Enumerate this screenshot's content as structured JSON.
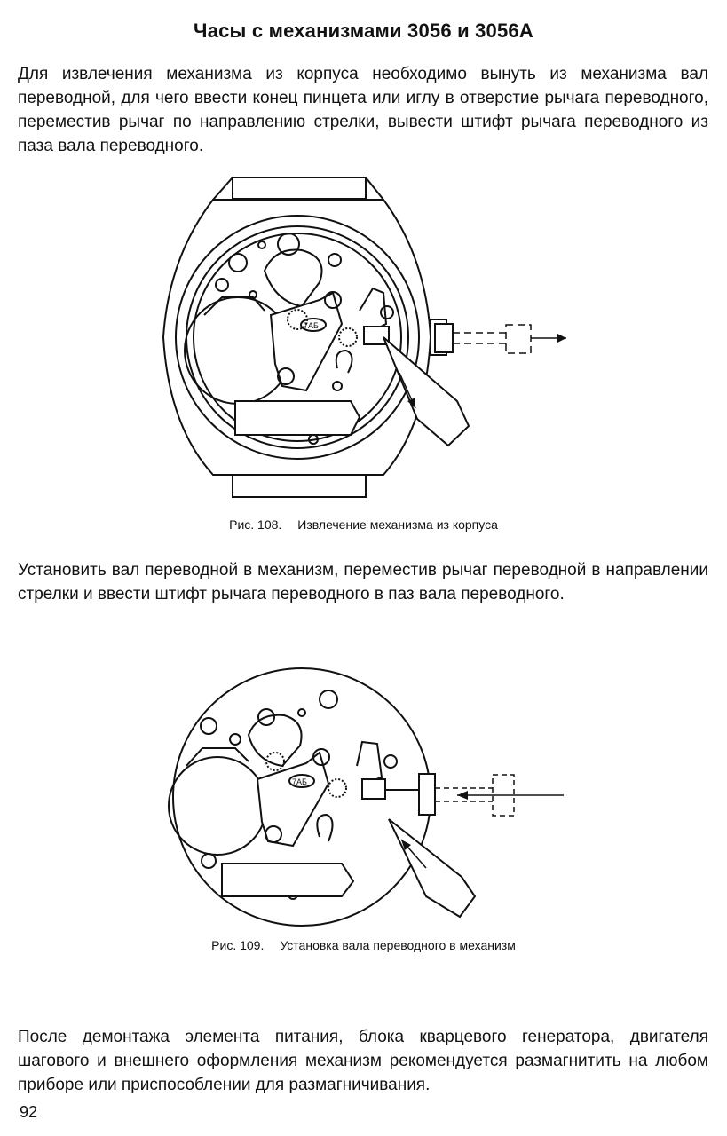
{
  "title": "Часы с механизмами 3056 и 3056А",
  "paragraphs": {
    "p1": "Для извлечения механизма из корпуса необходимо вынуть из механизма вал переводной, для чего ввести конец пинцета или иглу в отверстие рычага переводного, переместив рычаг по направлению стрелки, вывести штифт рычага переводного из паза вала переводного.",
    "p2": "Установить вал переводной в механизм, переместив рычаг переводной в направлении стрелки и ввести штифт рычага переводного в паз вала переводного.",
    "p3": "После демонтажа элемента питания, блока кварцевого генератора, двигателя шагового и внешнего оформления механизм рекомендуется размагнитить на любом приборе или приспособлении для размагничивания."
  },
  "figures": {
    "fig108": {
      "number": "Рис. 108.",
      "caption": "Извлечение механизма из корпуса",
      "engraving": "7АБ"
    },
    "fig109": {
      "number": "Рис. 109.",
      "caption": "Установка вала переводного в механизм",
      "engraving": "7АБ"
    }
  },
  "page_number": "92"
}
